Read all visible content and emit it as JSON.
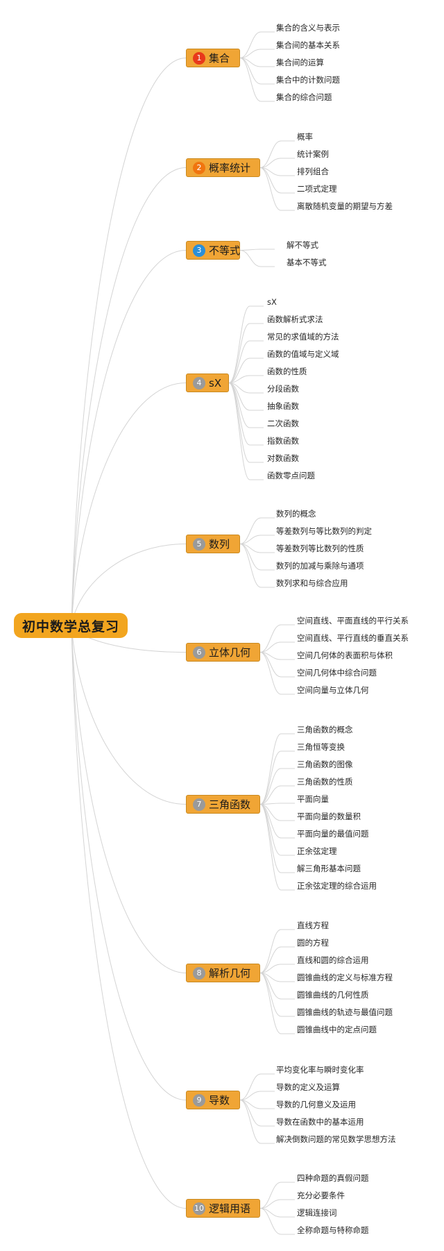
{
  "title": "初中数学总复习",
  "branches": [
    {
      "num": "1",
      "label": "集合",
      "num_color": "#e8391b",
      "items": [
        "集合的含义与表示",
        "集合间的基本关系",
        "集合间的运算",
        "集合中的计数问题",
        "集合的综合问题"
      ]
    },
    {
      "num": "2",
      "label": "概率统计",
      "num_color": "#f0750f",
      "items": [
        "概率",
        "统计案例",
        "排列组合",
        "二项式定理",
        "离散随机变量的期望与方差"
      ]
    },
    {
      "num": "3",
      "label": "不等式",
      "num_color": "#2a8fd8",
      "items": [
        "解不等式",
        "基本不等式"
      ]
    },
    {
      "num": "4",
      "label": "sX",
      "num_color": "#9a9a9a",
      "items": [
        "sX",
        "函数解析式求法",
        "常见的求值域的方法",
        "函数的值域与定义域",
        "函数的性质",
        "分段函数",
        "抽象函数",
        "二次函数",
        "指数函数",
        "对数函数",
        "函数零点问题"
      ]
    },
    {
      "num": "5",
      "label": "数列",
      "num_color": "#9a9a9a",
      "items": [
        "数列的概念",
        "等差数列与等比数列的判定",
        "等差数列等比数列的性质",
        "数列的加减与乘除与通项",
        "数列求和与综合应用"
      ]
    },
    {
      "num": "6",
      "label": "立体几何",
      "num_color": "#9a9a9a",
      "items": [
        "空间直线、平面直线的平行关系",
        "空间直线、平行直线的垂直关系",
        "空间几何体的表面积与体积",
        "空间几何体中综合问题",
        "空间向量与立体几何"
      ]
    },
    {
      "num": "7",
      "label": "三角函数",
      "num_color": "#9a9a9a",
      "items": [
        "三角函数的概念",
        "三角恒等变换",
        "三角函数的图像",
        "三角函数的性质",
        "平面向量",
        "平面向量的数量积",
        "平面向量的最值问题",
        "正余弦定理",
        "解三角形基本问题",
        "正余弦定理的综合运用"
      ]
    },
    {
      "num": "8",
      "label": "解析几何",
      "num_color": "#9a9a9a",
      "items": [
        "直线方程",
        "圆的方程",
        "直线和圆的综合运用",
        "圆锥曲线的定义与标准方程",
        "圆锥曲线的几何性质",
        "圆锥曲线的轨迹与最值问题",
        "圆锥曲线中的定点问题"
      ]
    },
    {
      "num": "9",
      "label": "导数",
      "num_color": "#9a9a9a",
      "items": [
        "平均变化率与瞬时变化率",
        "导数的定义及运算",
        "导数的几何意义及运用",
        "导数在函数中的基本运用",
        "解决倒数问题的常见数学思想方法"
      ]
    },
    {
      "num": "10",
      "label": "逻辑用语",
      "num_color": "#9a9a9a",
      "items": [
        "四种命题的真假问题",
        "充分必要条件",
        "逻辑连接词",
        "全称命题与特称命题"
      ]
    }
  ]
}
